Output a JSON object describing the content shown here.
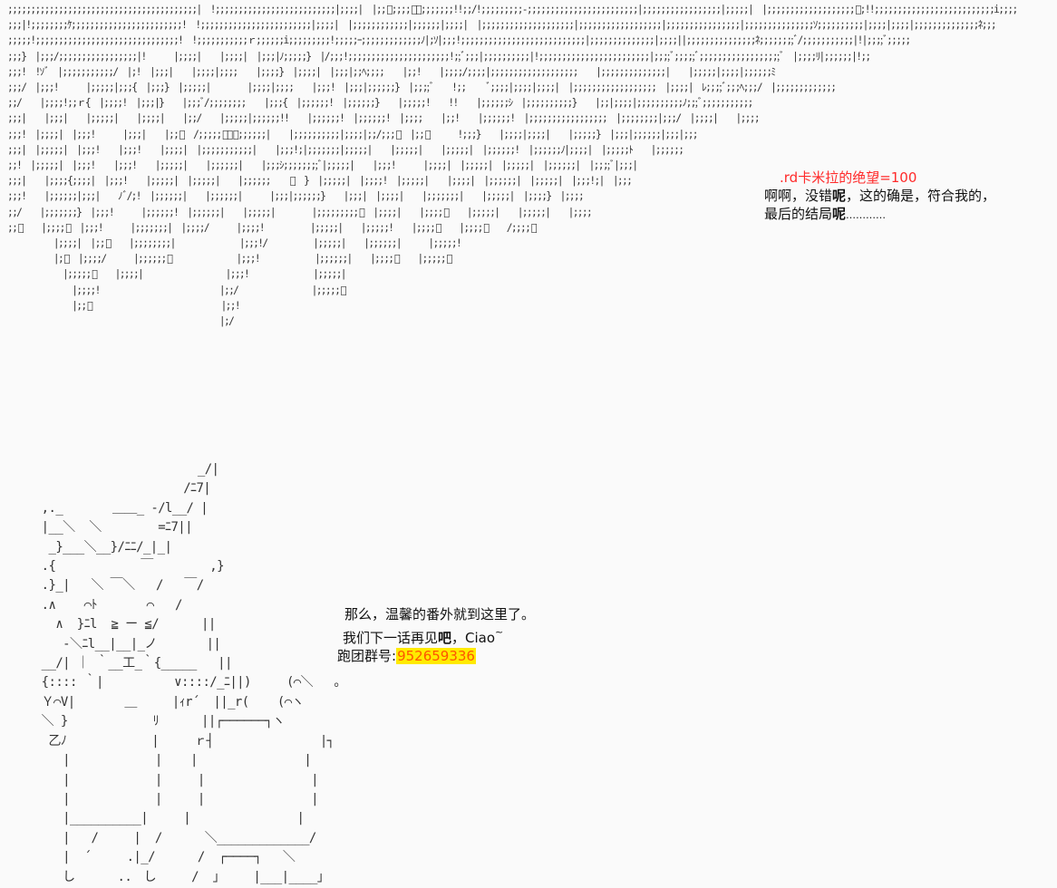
{
  "top_caption": {
    "status_line": ".rd卡米拉的绝望=100",
    "line2_part1": "啊啊，没错",
    "line2_bold": "呢",
    "line2_part2": "，这的确是，符合我的，",
    "line3_part1": "最后的结局",
    "line3_bold": "呢",
    "line3_dots": "…………"
  },
  "bottom_caption": {
    "line1": "那么，温馨的番外就到这里了。",
    "line2_part1": "我们下一话再见",
    "line2_bold": "吧",
    "line2_part2": "，Ciao",
    "line2_tilde": "~",
    "line3_label": "跑团群号:",
    "group_number": "952659336"
  },
  "ascii_art": {
    "top": [
      ";;;;;;;;;;;;;;;;;;;;;;;;;;;;;;;;;;;;;;;;;|  !;;;;;;;;;;;;;;;;;;;;;;;;;;|;;;;|  |;;ﾞ;;;;ﾞ、;;;;;;;!!;;/!;;;;;;;;;-;;;;;;;;;;;;;;;;;;;;;;;;|;;;;;;;;;;;;;;;;;|;;;;;|  |;;;;;;;;;;;;;;;;;;;ﾞ;!!;;;;;;;;;;;;;;;;;;;;;;;;;;i;;;;",
      ";;;|!;;;;;;;;ｹ;;;;;;;;;;;;;;;;;;;;;;;;!  !;;;;;;;;;;;;;;;;;;;;;;;;|;;;;|  |;;;;;;;;;;;;|;;;;;;|;;;;|  |;;;;;;;;;;;;;;;;;;;;|;;;;;;;;;;;;;;;;;;|;;;;;;;;;;;;;;;;|;;;;;;;;;;;;;;;ｿ;;;;;;;;;;|;;;;|;;;;|;;;;;;;;;;;;;;ﾈ;;;",
      ";;;;;!;;;;;;;;;;;;;;;;;;;;;;;;;;;;;;;!  !;;;;;;;;;;;ｒ;;;;;;i;;;;;;;;;!;;;;;ｰ;;;;;;;;;;;;;ﾉ|;ｿ|;;;!;;;;;;;;;;;;;;;;;;;;;;;;;;;|;;;;;;;;;;;;;;|;;;;||;;;;;;;;;;;;;;;ﾈ;;;;;;;;ﾞ/;;;;;;;;;;;|!|;;;;ﾞ;;;;;",
      ";;;}  |;;;/;;;;;;;;;;;;;;;;;|!      |;;;;|    |;;;;|  |;;;|ﾉ;;;;;}  |/;;;!;;;;;;;;;;;;;;;;;;;;;;!;;ﾞ;;;|;;;;;;;;;;|!;;;;;;;;;;;;;;;;;;;;;;;;|;;;;ﾞ;;;;;ﾞ;;;;;;;;;;;;;;;;;;ﾞ  |;;;;ﾘ|;;;;;;|!;;",
      ";;;!  !ｿﾞ  |;;;;;;;;;;;/  |;!  |;;;|    |;;;;|;;;;    |;;;;}  |;;;;|  |;;;|;;ﾍ;;;;    |;;!    |;;;;/;;;;|;;;;;;;;;;;;;;;;;;;    |;;;;;;;;;;;;;;|    |;;;;;|;;;;|;;;;;;ﾐ",
      ";;;/  |;;;!      |;;;;;|;;;{  |;;;}  |;;;;;|        |;;;;|;;;;    |;;;!  |;;;|;;;;;;}  |;;;;ﾞ    !;;     ﾞ;;;;|;;;;|;;;;|  |;;;;;;;;;;;;;;;;;;  |;;;;|  ﾚ;;;;ﾞ;;;ﾍ;;;/  |;;;;;;;;;;;;;",
      ";;/    |;;;;!;;ｒ{  |;;;;!  |;;;|}    |;;;ﾞ/;;;;;;;;    |;;;{  |;;;;;;!  |;;;;;;}    |;;;;;!    !!    |;;;;;;ｼ  |;;;;;;;;;;}    |;;|;;;;|;;;;;;;;;;ﾉ;;;ﾞ;;;;;;;;;;;",
      ";;;|    |;;;|    |;;;;;|    |;;;;|    |;;/    |;;;;;|;;;;;;!!    |;;;;;;!  |;;;;;;!  |;;;;    |;;!    |;;;;;;!  |;;;;;;;;;;;;;;;;;  |;;;;;;;;|;;;/  |;;;;|    |;;;;",
      ";;;!  |;;;;|  |;;;!      |;;;|    |;;ﾞ  /;;;;;ﾞ、ﾞ;;;;;;|    |;;;;;;;;;;|;;;;|;;/;;;ﾞ  |;;ﾞ      !;;;}    |;;;;|;;;;|    |;;;;;}  |;;;|;;;;;;|;;;|;;;",
      ";;;|  |;;;;;|  |;;;!    |;;;!    |;;;;|  |;;;;;;;;;;;|    |;;;!;|;;;;;;;|;;;;;|    |;;;;;|    |;;;;;|  |;;;;;;!  |;;;;;;ﾉ|;;;;|  |;;;;;ﾄ    |;;;;;;",
      ";;!  |;;;;;|  |;;;!    |;;;!    |;;;;;|    |;;;;;;|    |;;;ｼ;;;;;;;;ﾞ|;;;;;|    |;;;!      |;;;;|  |;;;;;|  |;;;;;|  |;;;;;;|  |;;;;ﾞ|;;;|",
      ";;;|    |;;;;{;;;;|  |;;;!    |;;;;;|  |;;;;;|    |;;;;;;    ﾞ  }  |;;;;;|  |;;;;!  |;;;;;|    |;;;;|  |;;;;;;|  |;;;;;|  |;;;!;|  |;;;",
      ";;;!    |;;;;;;|;;;|    ﾉﾞ/;!  |;;;;;;|    |;;;;;;|      |;;;|;;;;;;}    |;;;|  |;;;;|    |;;;;;;;|    |;;;;;|  |;;;;}  |;;;;",
      ";;/    |;;;;;;;}  |;;;!      |;;;;;;!  |;;;;;;|    |;;;;;|        |;;;;;;;;;ﾞ  |;;;;|    |;;;;ﾞ    |;;;;;|    |;;;;;|    |;;;;",
      ";;ﾞ    |;;;;ﾞ  |;;;!      |;;;;;;;|  |;;;;/      |;;;;!          |;;;;;|    |;;;;;!    |;;;;ﾞ    |;;;;ﾞ    /;;;;ﾞ",
      "          |;;;;|  |;;ﾞ    |;;;;;;;;|              |;;;!/          |;;;;;|    |;;;;;;|      |;;;;;!",
      "          |;ﾞ  |;;;;/      |;;;;;;ﾞ              |;;;!            |;;;;;;|    |;;;;ﾞ    |;;;;;ﾞ",
      "            |;;;;;ﾞ    |;;;;|                  |;;;!              |;;;;;|",
      "              |;;;;!                          |;;/                |;;;;;ﾞ",
      "              |;;ﾞ                            |;;!",
      "                                              |;/"
    ],
    "bottom": [
      "                        _/|",
      "                      /ﾆ7|",
      "  ,._       ＿＿_ -/l__/ |",
      "  |__＼  ＼        =ﾆ7||",
      "   _}___＼__}/ﾆﾆ/_|_|",
      "  .{            ￣        ,}",
      "  .}_|   ＼ ￣＼   /   ￣/",
      "  .∧    ⌒ﾄ       ⌒   /",
      "    ∧  }ﾆl  ≧ ー ≦/      ||",
      "     -＼ﾆl__|__|_ノ       ||",
      "  __/| ｜ ｀__工_｀{_____   ||",
      "  {:::: ｀|          ∨::::/_ﾆ||)     (⌒＼   ｡",
      "  Ｙ⌒V|       ＿     |ｨr´  ||_r(    (⌒ヽ",
      "  ＼ }            ﾘ      ||┌──────┐ヽ",
      "   乙ﾉ            |     ｒ┤               |┐",
      "     |            |    |               |",
      "     |            |     |               |",
      "     |            |     |               |",
      "     |__________|     |               |",
      "     |   /     |  /      ＼_____________/",
      "     |  ´     .|_/      /  ┌────┐   ＼",
      "     し      ..　し     /  」    |___|____」"
    ]
  }
}
